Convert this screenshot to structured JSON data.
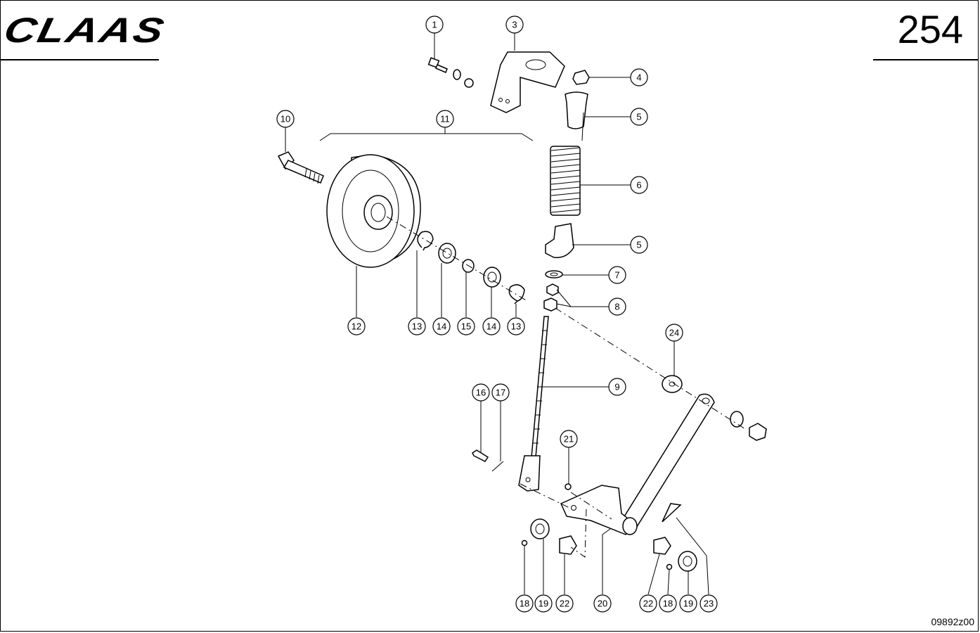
{
  "header": {
    "brand_logo": "CLAAS",
    "page_number": "254"
  },
  "footer": {
    "drawing_code": "09892z00"
  },
  "callouts": [
    {
      "id": "c1",
      "label": "1"
    },
    {
      "id": "c3",
      "label": "3"
    },
    {
      "id": "c4",
      "label": "4"
    },
    {
      "id": "c5a",
      "label": "5"
    },
    {
      "id": "c10",
      "label": "10"
    },
    {
      "id": "c11",
      "label": "11"
    },
    {
      "id": "c6",
      "label": "6"
    },
    {
      "id": "c5b",
      "label": "5"
    },
    {
      "id": "c7",
      "label": "7"
    },
    {
      "id": "c8",
      "label": "8"
    },
    {
      "id": "c12",
      "label": "12"
    },
    {
      "id": "c13a",
      "label": "13"
    },
    {
      "id": "c14a",
      "label": "14"
    },
    {
      "id": "c15",
      "label": "15"
    },
    {
      "id": "c14b",
      "label": "14"
    },
    {
      "id": "c13b",
      "label": "13"
    },
    {
      "id": "c24",
      "label": "24"
    },
    {
      "id": "c9",
      "label": "9"
    },
    {
      "id": "c16",
      "label": "16"
    },
    {
      "id": "c17",
      "label": "17"
    },
    {
      "id": "c21",
      "label": "21"
    },
    {
      "id": "c18a",
      "label": "18"
    },
    {
      "id": "c19a",
      "label": "19"
    },
    {
      "id": "c22a",
      "label": "22"
    },
    {
      "id": "c20",
      "label": "20"
    },
    {
      "id": "c22b",
      "label": "22"
    },
    {
      "id": "c18b",
      "label": "18"
    },
    {
      "id": "c19b",
      "label": "19"
    },
    {
      "id": "c23",
      "label": "23"
    }
  ]
}
